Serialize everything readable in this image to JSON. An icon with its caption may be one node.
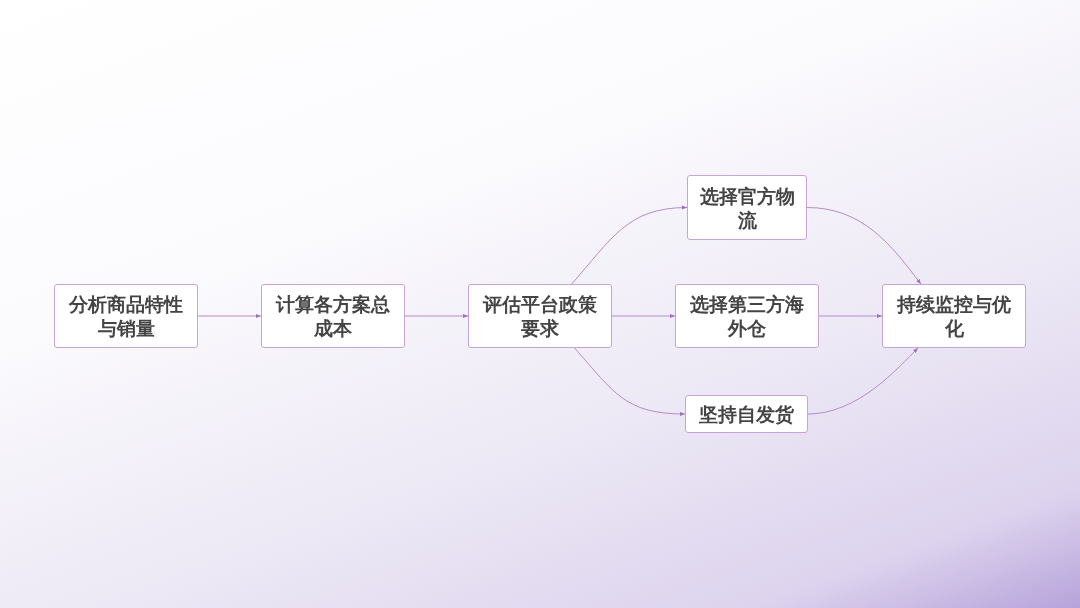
{
  "diagram": {
    "nodes": [
      {
        "text": [
          "分析商品特性与销量"
        ]
      },
      {
        "text": [
          "计算各方案总成本"
        ]
      },
      {
        "text": [
          "评估平台政策要求"
        ]
      },
      {
        "text": [
          "选择官方物流"
        ]
      },
      {
        "text": [
          "选择第三方海外仓"
        ]
      },
      {
        "text": [
          "坚持自发货"
        ]
      },
      {
        "text": [
          "持续监控与优化"
        ]
      }
    ],
    "edges": [
      {
        "from": 0,
        "to": 1,
        "arrow": "to"
      },
      {
        "from": 1,
        "to": 2,
        "arrow": "to"
      },
      {
        "from": 2,
        "to": 3,
        "arrow": "to"
      },
      {
        "from": 2,
        "to": 4,
        "arrow": "to"
      },
      {
        "from": 2,
        "to": 5,
        "arrow": "to"
      },
      {
        "from": 3,
        "to": 6,
        "arrow": "to"
      },
      {
        "from": 4,
        "to": 6,
        "arrow": "to"
      },
      {
        "from": 5,
        "to": 6,
        "arrow": "to"
      }
    ]
  }
}
